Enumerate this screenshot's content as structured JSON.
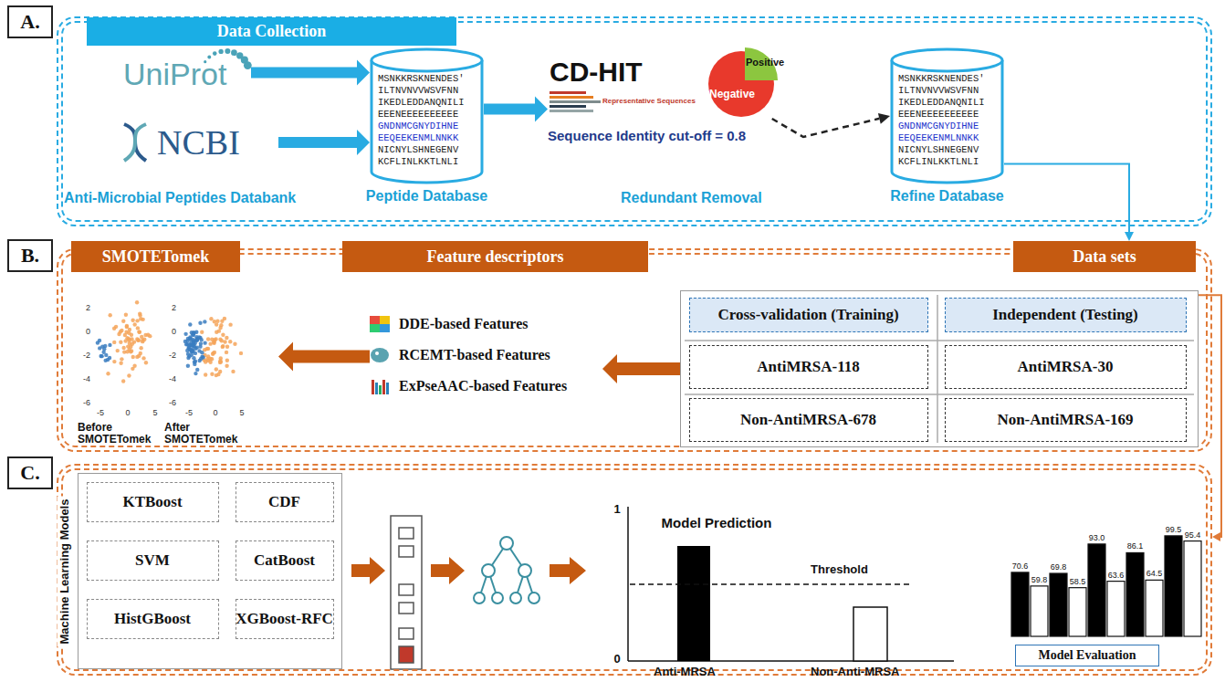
{
  "diagram": {
    "nodes": [
      {
        "text": [
          "A."
        ]
      },
      {
        "text": []
      },
      {
        "text": [
          "Data Collection"
        ],
        "in": 1
      },
      {
        "text": [
          "UniProt"
        ],
        "in": 1
      },
      {
        "text": [
          "NCBI"
        ],
        "in": 1
      },
      {
        "text": [
          "MSNKKRSKNENDES'",
          "ILTNVNVVWSVFNN",
          "IKEDLEDDANQNILI",
          "EEENEEEEEEEEEE",
          "GNDNMCGNYDIHNE",
          "EEQEEKENMLNNKK",
          "NICNYLSHNEGENV",
          "KCFLINLKKTLNLI",
          "Peptide Database"
        ],
        "in": 1
      },
      {
        "text": [
          "CD-HIT",
          "Representative Sequences"
        ],
        "in": 1
      },
      {
        "text": [
          "Positive",
          "Negative"
        ],
        "in": 1
      },
      {
        "text": [
          "MSNKKRSKNENDES'",
          "ILTNVNVVWSVFNN",
          "IKEDLEDDANQNILI",
          "EEENEEEEEEEEEE",
          "GNDNMCGNYDIHNE",
          "EEQEEKENMLNNKK",
          "NICNYLSHNEGENV",
          "KCFLINLKKTLNLI",
          "Refine Database"
        ],
        "in": 1
      },
      {
        "text": [
          "B."
        ]
      },
      {
        "text": []
      },
      {
        "text": [
          "SMOTETomek"
        ],
        "in": 10
      },
      {
        "text": [
          "Feature descriptors"
        ],
        "in": 10
      },
      {
        "text": [
          "Data sets"
        ],
        "in": 10
      },
      {
        "text": [
          "Before SMOTETomek",
          "After SMOTETomek"
        ],
        "in": 10
      },
      {
        "text": [
          "DDE-based Features",
          "RCEMT-based Features",
          "ExPseAAC-based Features"
        ],
        "in": 10
      },
      {
        "text": [],
        "in": 10
      },
      {
        "text": [
          "Cross-validation (Training)"
        ],
        "in": 16
      },
      {
        "text": [
          "Independent (Testing)"
        ],
        "in": 16
      },
      {
        "text": [
          "AntiMRSA-118"
        ],
        "in": 16
      },
      {
        "text": [
          "AntiMRSA-30"
        ],
        "in": 16
      },
      {
        "text": [
          "Non-AntiMRSA-678"
        ],
        "in": 16
      },
      {
        "text": [
          "Non-AntiMRSA-169"
        ],
        "in": 16
      },
      {
        "text": [
          "C."
        ]
      },
      {
        "text": []
      },
      {
        "text": [
          "Machine Learning Models"
        ],
        "in": 24
      },
      {
        "text": [
          "KTBoost"
        ],
        "in": 25
      },
      {
        "text": [
          "CDF"
        ],
        "in": 25
      },
      {
        "text": [
          "SVM"
        ],
        "in": 25
      },
      {
        "text": [
          "CatBoost"
        ],
        "in": 25
      },
      {
        "text": [
          "HistGBoost"
        ],
        "in": 25
      },
      {
        "text": [
          "XGBoost-RFC"
        ],
        "in": 25
      },
      {
        "text": [
          "Model Prediction"
        ],
        "in": 24
      },
      {
        "text": [
          "Model Evaluation"
        ],
        "in": 24
      }
    ],
    "edges": [
      {
        "from": 3,
        "to": 5,
        "arrow": "to"
      },
      {
        "from": 4,
        "to": 5,
        "arrow": "to"
      },
      {
        "from": 5,
        "to": 6,
        "arrow": "to"
      },
      {
        "from": 7,
        "to": 8,
        "arrow": "to"
      },
      {
        "from": 8,
        "to": 13,
        "arrow": "to"
      },
      {
        "from": 16,
        "to": 15,
        "arrow": "to"
      },
      {
        "from": 15,
        "to": 14,
        "arrow": "to"
      },
      {
        "from": 16,
        "to": 24,
        "arrow": "to"
      }
    ],
    "labels": [
      "Anti-Microbial Peptides Databank",
      "Sequence Identity cut-off = 0.8",
      "Redundant Removal",
      "2",
      "0",
      "-2",
      "-4",
      "-6",
      "-5",
      "0",
      "5",
      "2",
      "0",
      "-2",
      "-4",
      "-6",
      "-5",
      "0",
      "5",
      "1",
      "0",
      "Threshold",
      "Anti-MRSA",
      "Non-Anti-MRSA",
      "70.6",
      "59.8",
      "69.8",
      "58.5",
      "93.0",
      "63.6",
      "86.1",
      "64.5",
      "99.5",
      "95.4"
    ]
  }
}
